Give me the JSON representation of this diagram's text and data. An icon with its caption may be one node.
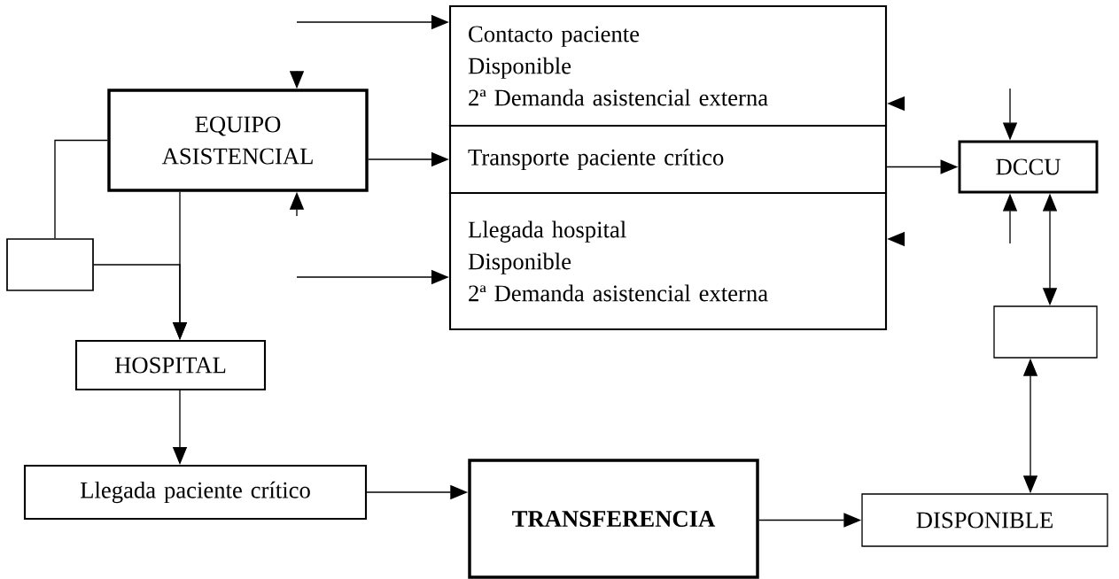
{
  "diagram": {
    "nodes": [
      {
        "text": [
          "EQUIPO ASISTENCIAL"
        ]
      },
      {
        "text": [
          "Contacto paciente",
          "Disponible",
          "2ª Demanda asistencial externa"
        ]
      },
      {
        "text": [
          "Transporte paciente crítico"
        ]
      },
      {
        "text": [
          "Llegada hospital",
          "Disponible",
          "2ª Demanda asistencial externa"
        ]
      },
      {
        "text": [
          "DCCU"
        ]
      },
      {
        "text": [],
        "shape": "box"
      },
      {
        "text": [],
        "shape": "box"
      },
      {
        "text": [
          "HOSPITAL"
        ]
      },
      {
        "text": [
          "Llegada paciente crítico"
        ]
      },
      {
        "text": [
          "**TRANSFERENCIA**"
        ]
      },
      {
        "text": [
          "DISPONIBLE"
        ]
      }
    ],
    "edges": [
      {
        "from": null,
        "to": 1,
        "arrow": "to"
      },
      {
        "from": null,
        "to": 3,
        "arrow": "to"
      },
      {
        "from": null,
        "to": 0,
        "arrow": "to"
      },
      {
        "from": null,
        "to": 0,
        "arrow": "to"
      },
      {
        "from": 0,
        "to": 2,
        "arrow": "to"
      },
      {
        "from": 2,
        "to": 4,
        "arrow": "to"
      },
      {
        "from": null,
        "to": 1,
        "arrow": "to"
      },
      {
        "from": null,
        "to": 3,
        "arrow": "to"
      },
      {
        "from": null,
        "to": 4,
        "arrow": "to"
      },
      {
        "from": null,
        "to": 4,
        "arrow": "to"
      },
      {
        "from": 4,
        "to": 6,
        "arrow": "both"
      },
      {
        "from": 6,
        "to": 10,
        "arrow": "both"
      },
      {
        "from": 5,
        "to": 0,
        "arrow": "none"
      },
      {
        "from": 0,
        "to": 7,
        "arrow": "to"
      },
      {
        "from": 5,
        "to": 7,
        "arrow": "to"
      },
      {
        "from": 7,
        "to": 8,
        "arrow": "to"
      },
      {
        "from": 8,
        "to": 9,
        "arrow": "to"
      },
      {
        "from": 9,
        "to": 10,
        "arrow": "to"
      }
    ]
  }
}
